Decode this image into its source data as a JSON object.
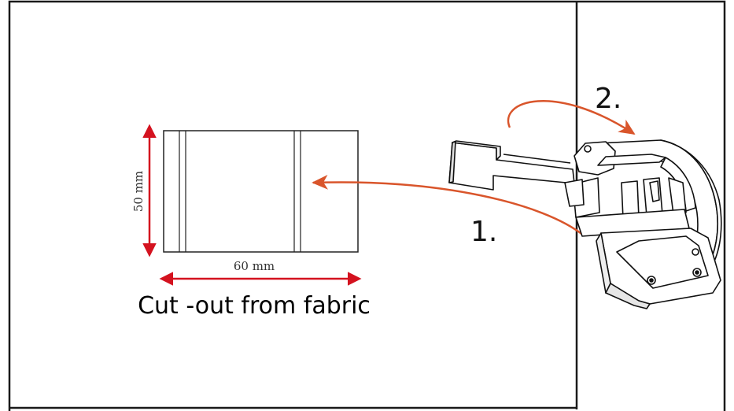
{
  "diagram": {
    "labels": {
      "height_dim": "50 mm",
      "width_dim": "60 mm",
      "caption": "Cut -out from fabric",
      "step_1": "1.",
      "step_2": "2."
    },
    "colors": {
      "frame": "#1a1a1a",
      "dimension_arrow": "#d4121f",
      "process_arrow": "#d9552b",
      "part_fill": "#ffffff",
      "part_stroke": "#111111"
    },
    "icons": {
      "part": "clip-bracket-icon",
      "fabric": "fabric-cutout-icon"
    }
  }
}
